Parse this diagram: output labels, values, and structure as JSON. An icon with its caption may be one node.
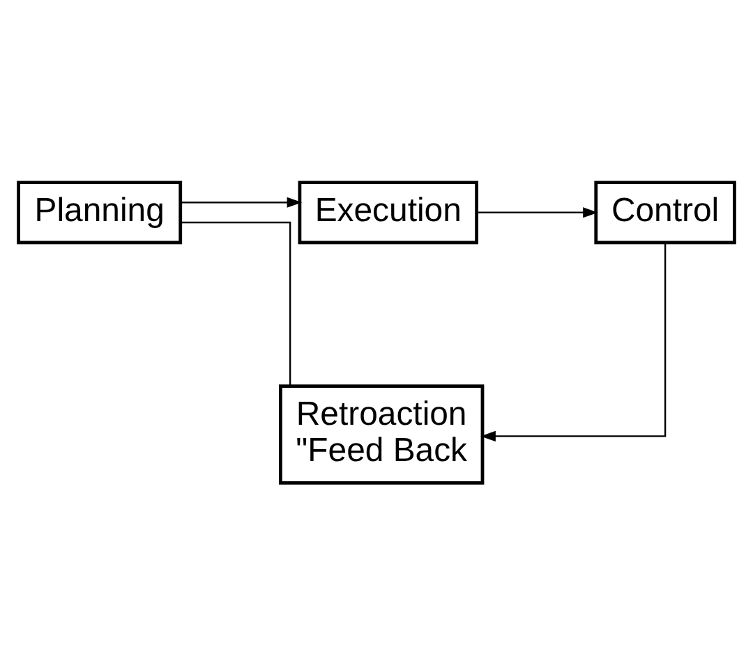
{
  "diagram": {
    "nodes": [
      {
        "text": [
          "Planning"
        ]
      },
      {
        "text": [
          "Execution"
        ]
      },
      {
        "text": [
          "Control"
        ]
      },
      {
        "text": [
          "Retroaction \"Feed Back"
        ]
      }
    ],
    "edges": [
      {
        "from": 0,
        "to": 1,
        "arrow": "to"
      },
      {
        "from": 1,
        "to": 2,
        "arrow": "to"
      },
      {
        "from": 2,
        "to": 3,
        "arrow": "to"
      },
      {
        "from": 3,
        "to": 0,
        "arrow": "none"
      }
    ]
  }
}
